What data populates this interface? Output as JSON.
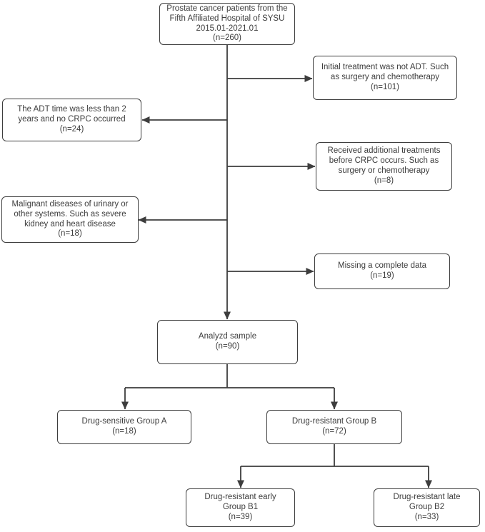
{
  "diagram": {
    "type": "flowchart",
    "title": "Prostate cancer patient selection flowchart",
    "line_color": "#3d3d3d",
    "background_color": "#ffffff",
    "nodes": [
      {
        "id": "root",
        "role": "population",
        "text": "Prostate cancer patients from the\nFifth Affiliated Hospital of SYSU\n2015.01-2021.01\n(n=260)",
        "n": 260
      },
      {
        "id": "excl-1",
        "role": "exclusion-right",
        "text": "Initial treatment was not ADT. Such\nas surgery and chemotherapy\n(n=101)",
        "n": 101
      },
      {
        "id": "excl-2",
        "role": "exclusion-left",
        "text": "The ADT time was less than 2\nyears and no CRPC occurred\n(n=24)",
        "n": 24
      },
      {
        "id": "excl-3",
        "role": "exclusion-right",
        "text": "Received additional treatments\nbefore CRPC occurs. Such as\nsurgery or chemotherapy\n(n=8)",
        "n": 8
      },
      {
        "id": "excl-4",
        "role": "exclusion-left",
        "text": "Malignant diseases of urinary or\nother systems. Such as severe\nkidney and heart disease\n(n=18)",
        "n": 18
      },
      {
        "id": "excl-5",
        "role": "exclusion-right",
        "text": "Missing a complete data\n(n=19)",
        "n": 19
      },
      {
        "id": "analyzed",
        "role": "sample",
        "text": "Analyzd sample\n(n=90)",
        "n": 90
      },
      {
        "id": "group-a",
        "role": "group",
        "text": "Drug-sensitive  Group A\n(n=18)",
        "n": 18
      },
      {
        "id": "group-b",
        "role": "group",
        "text": "Drug-resistant Group B\n(n=72)",
        "n": 72
      },
      {
        "id": "group-b1",
        "role": "subgroup",
        "text": "Drug-resistant  early\nGroup B1\n(n=39)",
        "n": 39
      },
      {
        "id": "group-b2",
        "role": "subgroup",
        "text": "Drug-resistant  late\nGroup B2\n(n=33)",
        "n": 33
      }
    ],
    "edges": [
      {
        "from": "root",
        "to": "analyzed",
        "kind": "trunk-arrow-down"
      },
      {
        "from": "trunk",
        "to": "excl-1",
        "kind": "branch-right"
      },
      {
        "from": "trunk",
        "to": "excl-2",
        "kind": "branch-left"
      },
      {
        "from": "trunk",
        "to": "excl-3",
        "kind": "branch-right"
      },
      {
        "from": "trunk",
        "to": "excl-4",
        "kind": "branch-left"
      },
      {
        "from": "trunk",
        "to": "excl-5",
        "kind": "branch-right"
      },
      {
        "from": "analyzed",
        "to": "group-a",
        "kind": "split"
      },
      {
        "from": "analyzed",
        "to": "group-b",
        "kind": "split"
      },
      {
        "from": "group-b",
        "to": "group-b1",
        "kind": "split"
      },
      {
        "from": "group-b",
        "to": "group-b2",
        "kind": "split"
      }
    ]
  }
}
